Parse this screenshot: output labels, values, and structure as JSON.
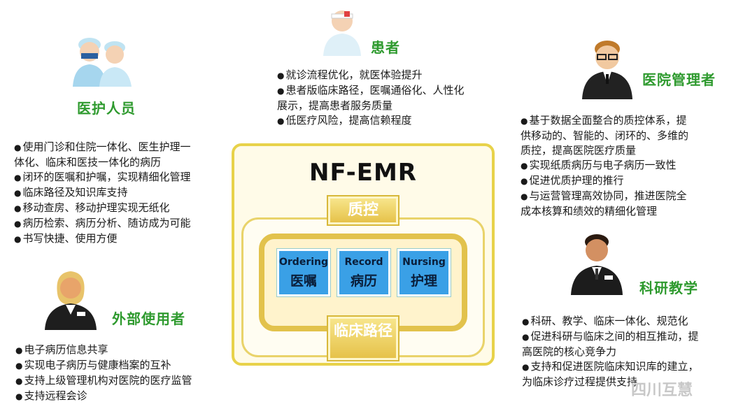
{
  "center": {
    "title": "NF-EMR",
    "qc_label": "质控",
    "modules": [
      {
        "en": "Ordering",
        "cn": "医嘱"
      },
      {
        "en": "Record",
        "cn": "病历"
      },
      {
        "en": "Nursing",
        "cn": "护理"
      }
    ],
    "path_label": "临床路径"
  },
  "medical_staff": {
    "title": "医护人员",
    "bullets": [
      "使用门诊和住院一体化、医生护理一",
      "体化、临床和医技一体化的病历",
      "闭环的医嘱和护嘱，实现精细化管理",
      "临床路径及知识库支持",
      "移动查房、移动护理实现无纸化",
      "病历检索、病历分析、随访成为可能",
      "书写快捷、使用方便"
    ]
  },
  "patient": {
    "title": "患者",
    "bullets": [
      "就诊流程优化，就医体验提升",
      "患者版临床路径，医嘱通俗化、人性化",
      "展示，提高患者服务质量",
      "低医疗风险，提高信赖程度"
    ]
  },
  "hospital_admin": {
    "title": "医院管理者",
    "bullets": [
      "基于数据全面整合的质控体系，提",
      "供移动的、智能的、闭环的、多维的",
      "质控，提高医院医疗质量",
      "实现纸质病历与电子病历一致性",
      "促进优质护理的推行",
      "与运营管理高效协同，推进医院全",
      "成本核算和绩效的精细化管理"
    ]
  },
  "external_user": {
    "title": "外部使用者",
    "bullets": [
      "电子病历信息共享",
      "实现电子病历与健康档案的互补",
      "支持上级管理机构对医院的医疗监管",
      "支持远程会诊"
    ]
  },
  "research": {
    "title": "科研教学",
    "bullets": [
      "科研、教学、临床一体化、规范化",
      "促进科研与临床之间的相互推动，提",
      "高医院的核心竞争力",
      "支持和促进医院临床知识库的建立，",
      "为临床诊疗过程提供支持"
    ]
  },
  "bullet_glyph": "●",
  "watermark": "四川互慧",
  "colors": {
    "title_green": "#2e9a2e",
    "gold": "#e8d24a",
    "module_blue": "#3aa0e6"
  },
  "icons": [
    "medical-staff-icon",
    "patient-icon",
    "manager-icon",
    "external-user-icon",
    "researcher-icon"
  ]
}
